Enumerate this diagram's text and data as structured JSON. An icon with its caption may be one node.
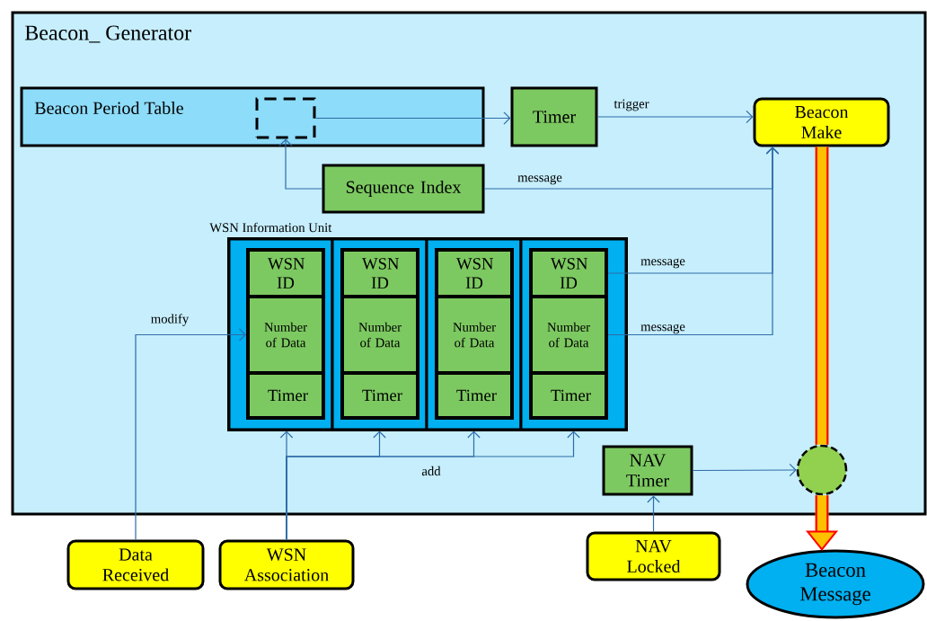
{
  "diagram": {
    "nodes": [
      {
        "text": [
          "Beacon_ Generator"
        ]
      },
      {
        "text": [
          "Beacon Period Table"
        ],
        "in": 0
      },
      {
        "text": [],
        "shape": "box",
        "in": 1
      },
      {
        "text": [
          "Timer"
        ],
        "in": 0
      },
      {
        "text": [
          "Beacon Make"
        ],
        "in": 0
      },
      {
        "text": [
          "Sequence Index"
        ],
        "in": 0
      },
      {
        "text": [
          "WSN Information Unit"
        ],
        "in": 0
      },
      {
        "text": [],
        "shape": "box",
        "in": 6
      },
      {
        "text": [],
        "shape": "box",
        "in": 6
      },
      {
        "text": [],
        "shape": "box",
        "in": 6
      },
      {
        "text": [],
        "shape": "box",
        "in": 6
      },
      {
        "text": [
          "WSN ID"
        ],
        "in": 7
      },
      {
        "text": [
          "Number of Data"
        ],
        "in": 7
      },
      {
        "text": [
          "Timer"
        ],
        "in": 7
      },
      {
        "text": [
          "WSN ID"
        ],
        "in": 8
      },
      {
        "text": [
          "Number of Data"
        ],
        "in": 8
      },
      {
        "text": [
          "Timer"
        ],
        "in": 8
      },
      {
        "text": [
          "WSN ID"
        ],
        "in": 9
      },
      {
        "text": [
          "Number of Data"
        ],
        "in": 9
      },
      {
        "text": [
          "Timer"
        ],
        "in": 9
      },
      {
        "text": [
          "WSN ID"
        ],
        "in": 10
      },
      {
        "text": [
          "Number of Data"
        ],
        "in": 10
      },
      {
        "text": [
          "Timer"
        ],
        "in": 10
      },
      {
        "text": [
          "NAV Timer"
        ],
        "in": 0
      },
      {
        "text": [],
        "shape": "circle",
        "in": 0
      },
      {
        "text": [
          "Data Received"
        ]
      },
      {
        "text": [
          "WSN Association"
        ]
      },
      {
        "text": [
          "NAV Locked"
        ]
      },
      {
        "text": [
          "Beacon Message"
        ]
      }
    ],
    "edges": [
      {
        "from": 2,
        "to": 3,
        "arrow": "to"
      },
      {
        "from": 3,
        "to": 4,
        "arrow": "to",
        "label": "trigger"
      },
      {
        "from": 5,
        "to": 2,
        "arrow": "to"
      },
      {
        "from": 5,
        "to": 4,
        "arrow": "to",
        "label": "message"
      },
      {
        "from": 20,
        "to": 4,
        "arrow": "to",
        "label": "message"
      },
      {
        "from": 21,
        "to": 4,
        "arrow": "to",
        "label": "message"
      },
      {
        "from": 25,
        "to": 12,
        "arrow": "to",
        "label": "modify"
      },
      {
        "from": 26,
        "to": 7,
        "arrow": "to"
      },
      {
        "from": 26,
        "to": 8,
        "arrow": "to"
      },
      {
        "from": 26,
        "to": 9,
        "arrow": "to",
        "label": "add"
      },
      {
        "from": 26,
        "to": 10,
        "arrow": "to"
      },
      {
        "from": 23,
        "to": 24,
        "arrow": "to"
      },
      {
        "from": 27,
        "to": 23,
        "arrow": "to"
      },
      {
        "from": 4,
        "to": 24,
        "arrow": "none",
        "style": "thick",
        "color": "#ffc000"
      },
      {
        "from": 24,
        "to": 28,
        "arrow": "to",
        "style": "thick",
        "color": "#ffc000"
      }
    ]
  }
}
